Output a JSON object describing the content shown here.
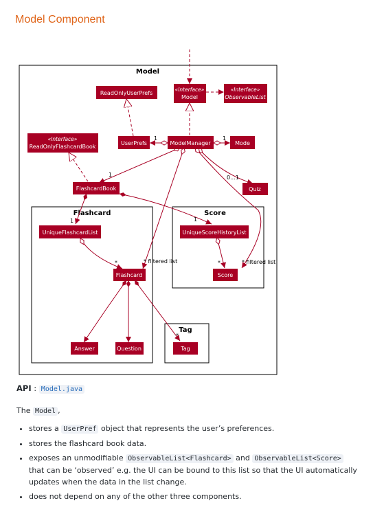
{
  "page": {
    "title": "Model Component"
  },
  "diagram": {
    "packages": {
      "model": "Model",
      "flashcard": "Flashcard",
      "score": "Score",
      "tag": "Tag"
    },
    "classes": {
      "read_only_user_prefs": "ReadOnlyUserPrefs",
      "model_stereotype": "«Interface»",
      "model": "Model",
      "observable_list_stereotype": "«Interface»",
      "observable_list": "ObservableList",
      "read_only_flashcard_book_stereotype": "«Interface»",
      "read_only_flashcard_book": "ReadOnlyFlashcardBook",
      "user_prefs": "UserPrefs",
      "model_manager": "ModelManager",
      "mode": "Mode",
      "flashcard_book": "FlashcardBook",
      "quiz": "Quiz",
      "unique_flashcard_list": "UniqueFlashcardList",
      "unique_score_history_list": "UniqueScoreHistoryList",
      "flashcard": "Flashcard",
      "score": "Score",
      "answer": "Answer",
      "question": "Question",
      "tag": "Tag"
    },
    "labels": {
      "mult_1a": "1",
      "mult_1b": "1",
      "mult_1c": "1",
      "mult_1d": "1",
      "mult_1e": "1",
      "mult_star_a": "*",
      "mult_star_b": "*",
      "mult_star_c": "*",
      "zero_to_one": "0...1",
      "filtered_list_a": "* filtered list",
      "filtered_list_b": "* filtered list"
    }
  },
  "content": {
    "api_label": "API",
    "api_separator": " : ",
    "api_link": "Model.java",
    "intro_prefix": "The ",
    "intro_code": "Model",
    "intro_suffix": ",",
    "bullet1_prefix": "stores a ",
    "bullet1_code": "UserPref",
    "bullet1_suffix": " object that represents the user’s preferences.",
    "bullet2": "stores the flashcard book data.",
    "bullet3_prefix": "exposes an unmodifiable ",
    "bullet3_code1": "ObservableList<Flashcard>",
    "bullet3_and": " and ",
    "bullet3_code2": "ObservableList<Score>",
    "bullet3_suffix": " that can be ‘observed’ e.g. the UI can be bound to this list so that the UI automatically updates when the data in the list change.",
    "bullet4": "does not depend on any of the other three components."
  },
  "colors": {
    "title": "#e0661b",
    "class_fill": "#a80024",
    "arrow": "#a80024",
    "code_bg": "#eef1f6",
    "link": "#2a6ebb"
  }
}
